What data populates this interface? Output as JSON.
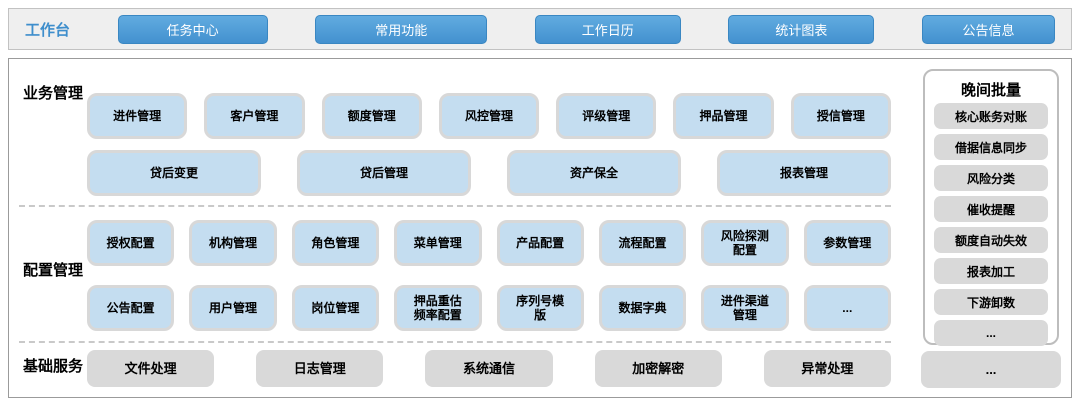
{
  "top_bar": {
    "label": "工作台",
    "buttons": [
      "任务中心",
      "常用功能",
      "工作日历",
      "统计图表",
      "公告信息"
    ]
  },
  "sections": {
    "business": {
      "label": "业务管理",
      "row1": [
        "进件管理",
        "客户管理",
        "额度管理",
        "风控管理",
        "评级管理",
        "押品管理",
        "授信管理"
      ],
      "row2": [
        "贷后变更",
        "贷后管理",
        "资产保全",
        "报表管理"
      ]
    },
    "config": {
      "label": "配置管理",
      "row1": [
        "授权配置",
        "机构管理",
        "角色管理",
        "菜单管理",
        "产品配置",
        "流程配置",
        "风险探测配置",
        "参数管理"
      ],
      "row2": [
        "公告配置",
        "用户管理",
        "岗位管理",
        "押品重估频率配置",
        "序列号模版",
        "数据字典",
        "进件渠道管理",
        "..."
      ]
    },
    "base": {
      "label": "基础服务",
      "row": [
        "文件处理",
        "日志管理",
        "系统通信",
        "加密解密",
        "异常处理"
      ],
      "more": "..."
    }
  },
  "night_batch": {
    "title": "晚间批量",
    "items": [
      "核心账务对账",
      "借据信息同步",
      "风险分类",
      "催收提醒",
      "额度自动失效",
      "报表加工",
      "下游卸数",
      "..."
    ]
  },
  "colors": {
    "accent_blue": "#4391cf",
    "light_blue_box": "#c4ddf0",
    "gray_box": "#d9d9d9",
    "workbench_label_blue": "#3e8ecc"
  }
}
